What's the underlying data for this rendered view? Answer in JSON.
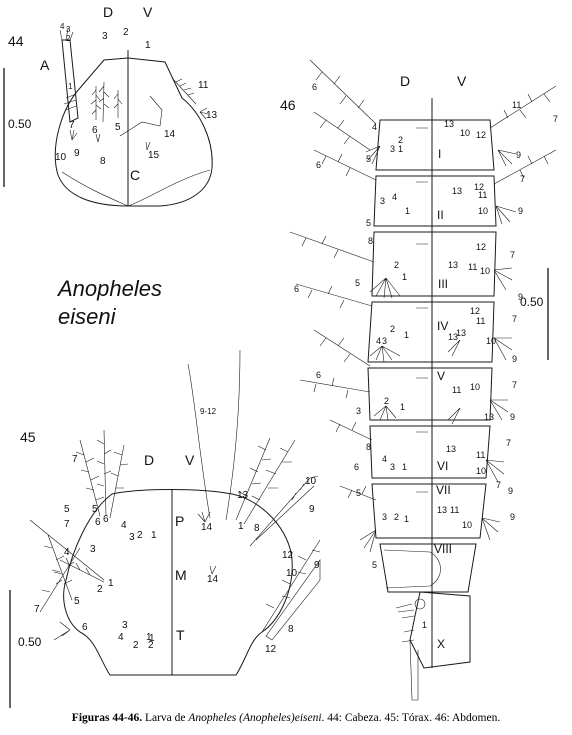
{
  "figure": {
    "title_line1": "Anopheles",
    "title_line2": "eiseni",
    "caption_prefix": "Figuras 44-46.",
    "caption_text1": " Larva de ",
    "caption_italic": "Anopheles (Anopheles)eiseni",
    "caption_text2": ". 44: Cabeza. 45: Tórax. 46: Abdomen."
  },
  "panel44": {
    "number": "44",
    "dorsal": "D",
    "ventral": "V",
    "antenna": "A",
    "center_label": "C",
    "scale": "0.50",
    "setae": [
      "4",
      "3",
      "2",
      "1",
      "3",
      "2",
      "1",
      "11",
      "13",
      "7",
      "6",
      "5",
      "14",
      "9",
      "8",
      "15",
      "10"
    ]
  },
  "panel45": {
    "number": "45",
    "dorsal": "D",
    "ventral": "V",
    "seg_p": "P",
    "seg_m": "M",
    "seg_t": "T",
    "scale": "0.50",
    "setae": [
      "9-12",
      "7",
      "5",
      "6",
      "4",
      "3",
      "2",
      "1",
      "14",
      "1",
      "13",
      "10",
      "9",
      "8",
      "12",
      "14",
      "6",
      "7",
      "5",
      "4",
      "3",
      "2",
      "1",
      "2",
      "1",
      "7",
      "5",
      "6",
      "3",
      "4",
      "2",
      "1",
      "10",
      "9",
      "8",
      "12"
    ]
  },
  "panel46": {
    "number": "46",
    "dorsal": "D",
    "ventral": "V",
    "scale": "0.50",
    "segments": [
      "I",
      "II",
      "III",
      "IV",
      "V",
      "VI",
      "VII",
      "VIII",
      "X"
    ],
    "setae": [
      "6",
      "11",
      "7",
      "4",
      "2",
      "3",
      "1",
      "13",
      "10",
      "12",
      "5",
      "9",
      "6",
      "13",
      "12",
      "11",
      "10",
      "7",
      "3",
      "4",
      "5",
      "1",
      "9",
      "8",
      "12",
      "13",
      "11",
      "10",
      "7",
      "2",
      "1",
      "5",
      "9",
      "6",
      "12",
      "7",
      "13",
      "11",
      "1",
      "4",
      "3",
      "2",
      "13",
      "10",
      "9",
      "6",
      "10",
      "7",
      "2",
      "11",
      "1",
      "13",
      "3",
      "9",
      "8",
      "13",
      "7",
      "4",
      "3",
      "1",
      "6",
      "11",
      "10",
      "9",
      "5",
      "7",
      "13",
      "11",
      "3",
      "2",
      "1",
      "10",
      "9",
      "5",
      "1"
    ]
  }
}
